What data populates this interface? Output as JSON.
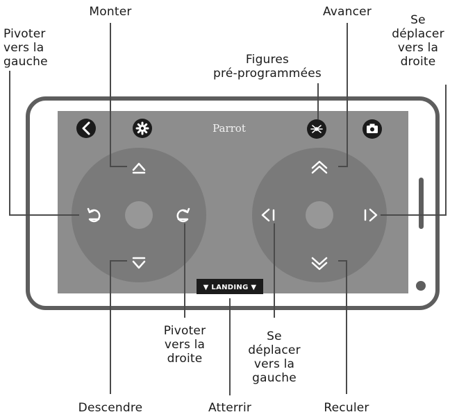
{
  "labels": {
    "monter": "Monter",
    "avancer": "Avancer",
    "pivoter_gauche": "Pivoter\nvers la\ngauche",
    "se_deplacer_droite": "Se\ndéplacer\nvers la\ndroite",
    "figures": "Figures\npré-programmées",
    "pivoter_droite": "Pivoter\nvers la\ndroite",
    "se_deplacer_gauche": "Se\ndéplacer\nvers la\ngauche",
    "descendre": "Descendre",
    "atterrir": "Atterrir",
    "reculer": "Reculer"
  },
  "screen": {
    "brand": "Parrot",
    "landing": "▼ LANDING ▼"
  },
  "icons": {
    "back": "chevron-left-icon",
    "settings": "gear-icon",
    "figures": "acrobatics-icon",
    "camera": "camera-icon"
  },
  "colors": {
    "screen": "#8d8d8d",
    "joystick": "#7a7a7a",
    "knob": "#979797",
    "button": "#1b1b1b",
    "frame": "#5e5e5e",
    "line": "#4a4a4a"
  }
}
